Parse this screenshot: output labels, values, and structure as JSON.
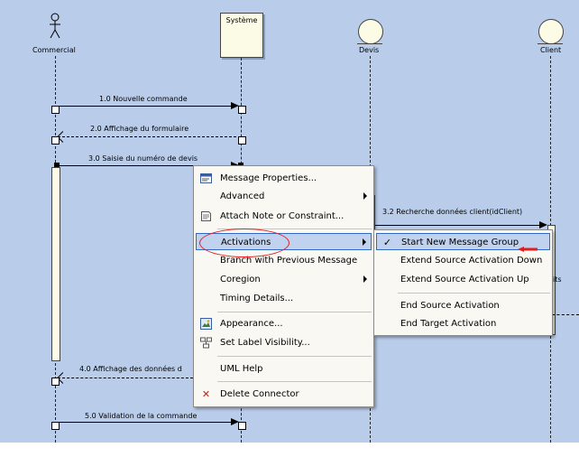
{
  "diagram": {
    "lifelines": {
      "commercial": "Commercial",
      "systeme": "Système",
      "devis": "Devis",
      "client": "Client"
    },
    "messages": [
      "1.0 Nouvelle commande",
      "2.0 Affichage du formulaire",
      "3.0 Saisie du numéro de devis",
      "3.2 Recherche données client(idClient)",
      "4.0 Affichage des données d",
      "5.0 Validation de la commande"
    ],
    "clipped_label": "its"
  },
  "context_menu": {
    "items": [
      {
        "label": "Message Properties...",
        "icon": "message-properties-icon",
        "submenu": false
      },
      {
        "label": "Advanced",
        "icon": "",
        "submenu": true
      },
      {
        "label": "Attach Note or Constraint...",
        "icon": "note-icon",
        "submenu": false
      },
      {
        "label": "Activations",
        "icon": "",
        "submenu": true,
        "highlighted": true
      },
      {
        "label": "Branch with Previous Message",
        "icon": "",
        "submenu": false
      },
      {
        "label": "Coregion",
        "icon": "",
        "submenu": true
      },
      {
        "label": "Timing Details...",
        "icon": "",
        "submenu": false
      },
      {
        "label": "Appearance...",
        "icon": "appearance-icon",
        "submenu": false
      },
      {
        "label": "Set Label Visibility...",
        "icon": "label-visibility-icon",
        "submenu": false
      },
      {
        "label": "UML Help",
        "icon": "",
        "submenu": false
      },
      {
        "label": "Delete Connector",
        "icon": "delete-icon",
        "submenu": false
      }
    ]
  },
  "activations_submenu": {
    "items": [
      {
        "label": "Start New Message Group",
        "checked": true,
        "highlighted": true
      },
      {
        "label": "Extend Source Activation Down",
        "checked": false
      },
      {
        "label": "Extend Source Activation Up",
        "checked": false
      },
      {
        "label": "End Source Activation",
        "checked": false
      },
      {
        "label": "End Target Activation",
        "checked": false
      }
    ]
  },
  "colors": {
    "canvas": "#b9cdea",
    "element_fill": "#fbfbe6",
    "menu_highlight": "#c1d2ee",
    "annotation_red": "#e02020"
  }
}
